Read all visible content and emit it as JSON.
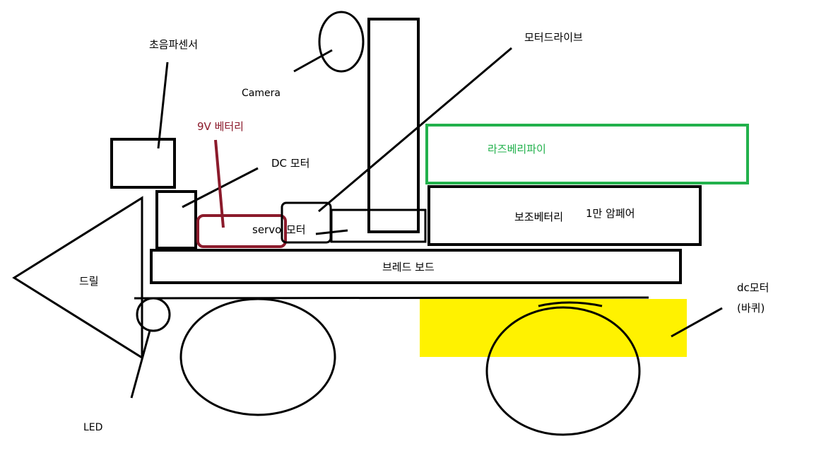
{
  "labels": {
    "ultrasonic_sensor": "초음파센서",
    "camera": "Camera",
    "battery_9v": "9V 베터리",
    "dc_motor": "DC 모터",
    "servo_motor_a": "servo",
    "servo_motor_b": "모터",
    "motor_driver": "모터드라이브",
    "raspberry_pi": "라즈베리파이",
    "aux_battery": "보조베터리",
    "aux_battery_capacity": "1만 암페어",
    "breadboard": "브레드 보드",
    "drill": "드릴",
    "led": "LED",
    "wheel_motor_line1": "dc모터",
    "wheel_motor_line2": "(바퀴)"
  },
  "colors": {
    "stroke": "#000000",
    "battery_9v": "#8b1a2b",
    "raspberry_pi": "#22b14c",
    "wheel_motor_highlight": "#fff200"
  }
}
